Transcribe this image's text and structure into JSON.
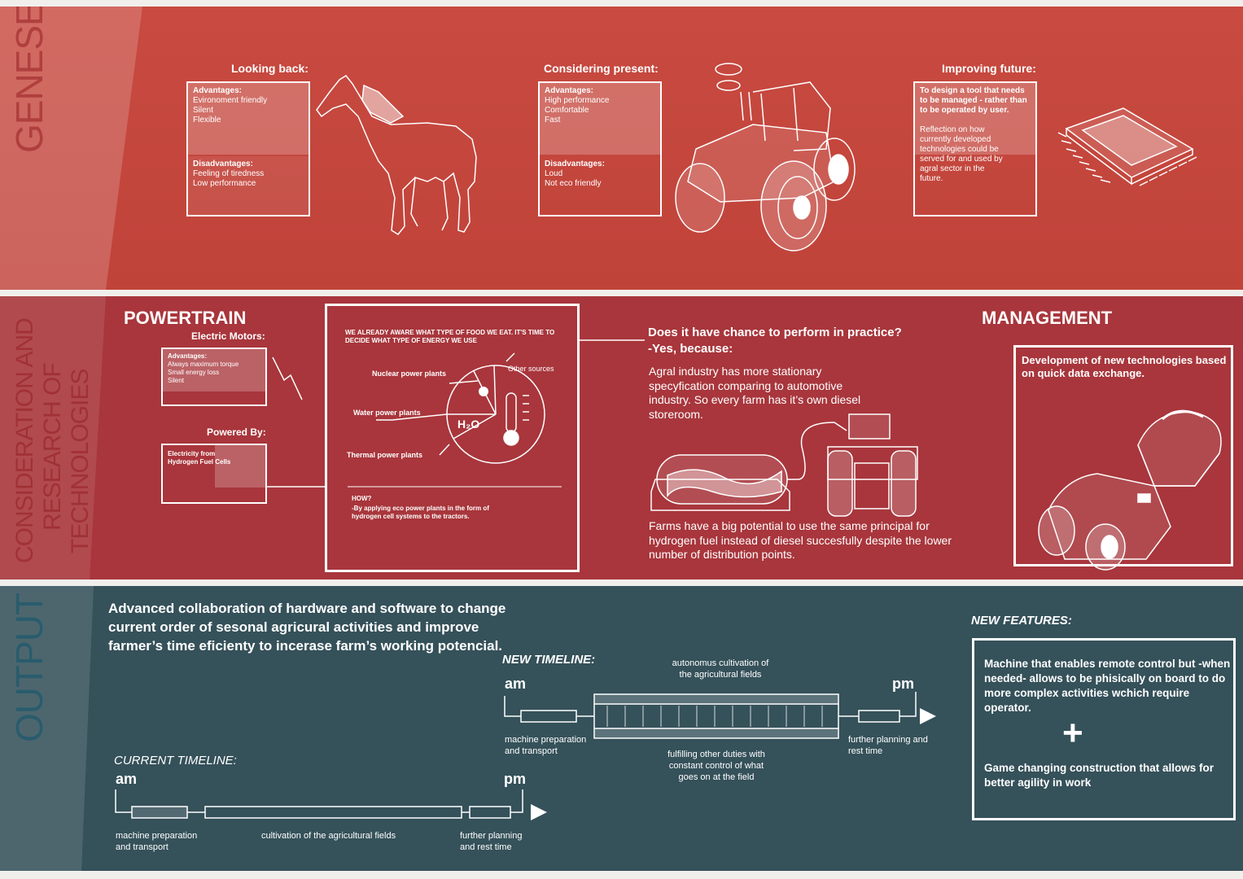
{
  "genese": {
    "side_label": "GENESE",
    "looking_back": {
      "heading": "Looking back:",
      "adv_title": "Advantages:",
      "adv_items": [
        "Evironoment friendly",
        "Silent",
        "Flexible"
      ],
      "dis_title": "Disadvantages:",
      "dis_items": [
        "Feeling of tiredness",
        "Low performance"
      ]
    },
    "considering_present": {
      "heading": "Considering present:",
      "adv_title": "Advantages:",
      "adv_items": [
        "High performance",
        "Comfortable",
        "Fast"
      ],
      "dis_title": "Disadvantages:",
      "dis_items": [
        "Loud",
        "Not eco friendly"
      ]
    },
    "improving_future": {
      "heading": "Improving future:",
      "lead": "To design a tool that needs to be managed - rather than to be operated by user.",
      "body": "Reflection on how currently developed technologies could be served for and used by agral sector in the future."
    }
  },
  "consideration": {
    "side_label_lines": [
      "CONSIDERATION AND",
      "RESEARCH OF",
      "TECHNOLOGIES"
    ],
    "powertrain": {
      "title": "POWERTRAIN",
      "electric_motors": "Electric Motors:",
      "adv_title": "Advantages:",
      "adv_items": [
        "Always maximum torque",
        "Small energy loss",
        "Silent"
      ],
      "powered_by": "Powered By:",
      "powered_value": "Electricity from Hydrogen Fuel Cells"
    },
    "energy_box": {
      "headline": "WE ALREADY AWARE WHAT TYPE OF FOOD WE EAT. IT'S TIME TO DECIDE WHAT TYPE OF ENERGY WE USE",
      "labels": {
        "nuclear": "Nuclear power plants",
        "other": "Other sources",
        "water": "Water power plants",
        "thermal": "Thermal power plants",
        "h2o": "H2O"
      },
      "how_title": "HOW?",
      "how_text": "-By applying eco power plants in the form of hydrogen cell systems to the tractors."
    },
    "practice": {
      "question": "Does it have chance to perform in practice?",
      "answer": "-Yes, because:",
      "para1": "Agral industry has more stationary specyfication comparing to automotive industry. So every farm has it’s own diesel storeroom.",
      "para2": "Farms have a big potential to use the same principal for hydrogen fuel instead of diesel succesfully despite the lower number of distribution points."
    },
    "management": {
      "title": "MANAGEMENT",
      "text": "Development of new technologies based on quick data exchange."
    }
  },
  "output": {
    "side_label": "OUTPUT",
    "headline": "Advanced collaboration of hardware and software to change current order of sesonal agricural activities and improve farmer’s time eficienty to incerase farm’s working potencial.",
    "new_timeline": {
      "title": "NEW TIMELINE:",
      "am": "am",
      "pm": "pm",
      "prep": "machine preparation and transport",
      "top_note": "autonomus cultivation of the agricultural fields",
      "bottom_note": "fulfilling other duties with constant control of what goes on at the field",
      "further": "further planning and rest time"
    },
    "current_timeline": {
      "title": "CURRENT TIMELINE:",
      "am": "am",
      "pm": "pm",
      "prep": "machine preparation and transport",
      "cultivation": "cultivation of the agricultural fields",
      "further": "further planning and rest time"
    },
    "new_features": {
      "title": "NEW FEATURES:",
      "feature1": "Machine that enables remote control but -when needed- allows to be phisically on board to do more complex activities wchich require operator.",
      "plus": "+",
      "feature2": "Game changing construction that allows for better agility in work"
    }
  },
  "colors": {
    "genese_band": "#c4463d",
    "consideration_band": "#a8363c",
    "output_band": "#35515a",
    "line": "#ffffff"
  }
}
